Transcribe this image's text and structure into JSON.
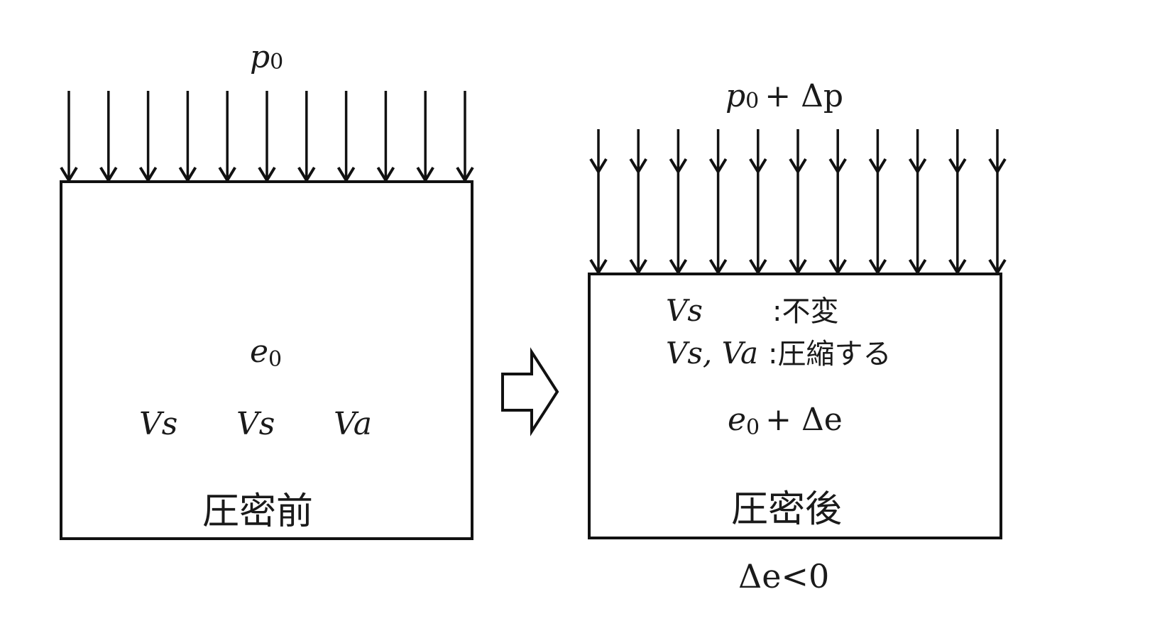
{
  "before": {
    "load_label": "p0",
    "load_label_base": "p",
    "load_label_sub": "0",
    "arrow_count": 11,
    "void_ratio_base": "e",
    "void_ratio_sub": "0",
    "volumes": [
      "Vs",
      "Vs",
      "Va"
    ],
    "caption": "圧密前"
  },
  "transition_icon": "hollow-right-arrow",
  "after": {
    "load_label_base": "p",
    "load_label_sub": "0",
    "load_label_rest": "+ Δp",
    "arrow_count": 11,
    "arrows_double_headed": true,
    "notes": [
      {
        "var": "Vs",
        "sep": ":",
        "text": "不変"
      },
      {
        "var": "Vs, Va",
        "sep": ":",
        "text": "圧縮する"
      }
    ],
    "void_ratio_base": "e",
    "void_ratio_sub": "0",
    "void_ratio_rest": "+ Δe",
    "caption": "圧密後",
    "condition": "Δe<0"
  }
}
